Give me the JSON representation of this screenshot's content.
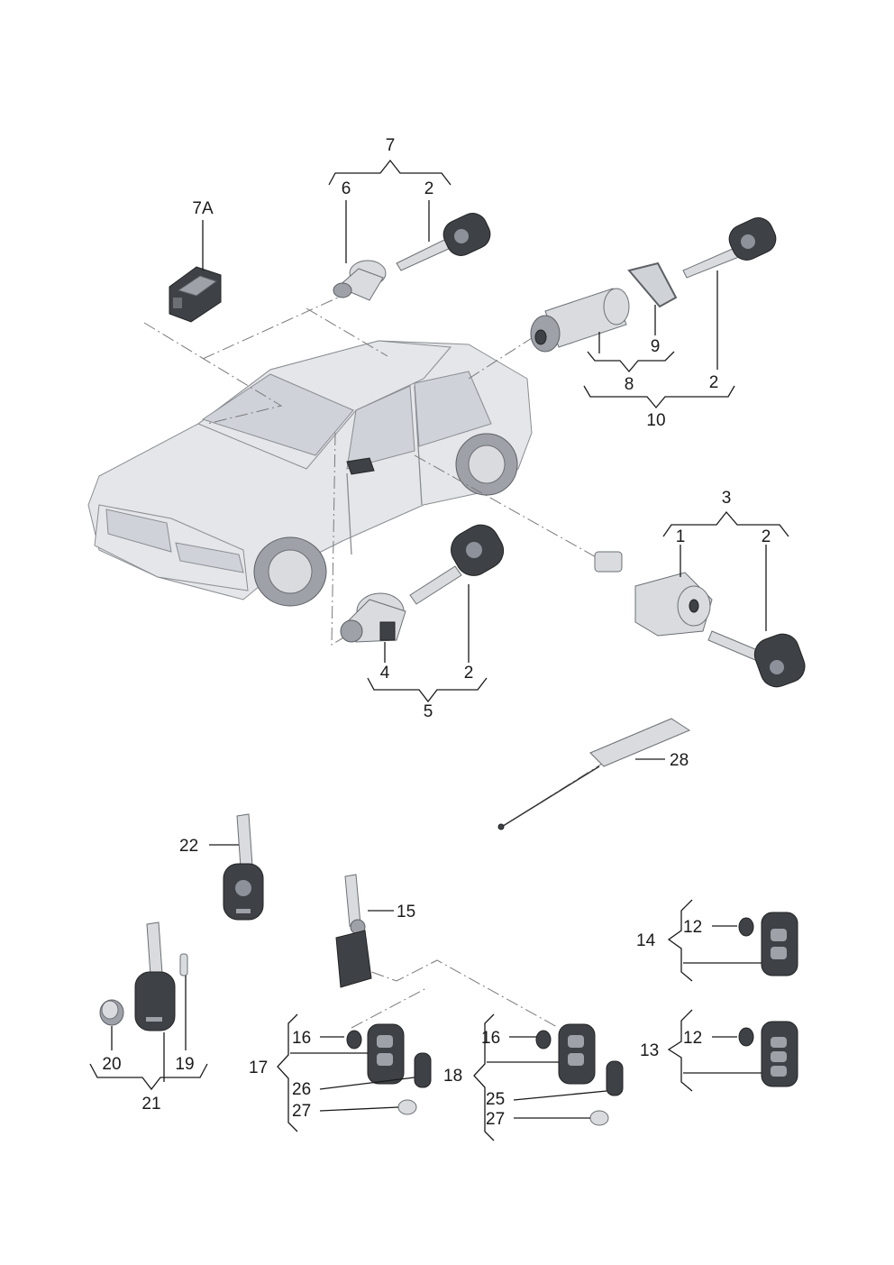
{
  "callouts": {
    "p1": "1",
    "p2a": "2",
    "p2b": "2",
    "p2c": "2",
    "p2d": "2",
    "p3": "3",
    "p4": "4",
    "p5": "5",
    "p6": "6",
    "p7": "7",
    "p7a": "7A",
    "p8": "8",
    "p9": "9",
    "p10": "10",
    "p12a": "12",
    "p12b": "12",
    "p13": "13",
    "p14": "14",
    "p15": "15",
    "p16a": "16",
    "p16b": "16",
    "p17": "17",
    "p18": "18",
    "p19": "19",
    "p20": "20",
    "p21": "21",
    "p22": "22",
    "p25": "25",
    "p26": "26",
    "p27a": "27",
    "p27b": "27",
    "p28": "28"
  }
}
